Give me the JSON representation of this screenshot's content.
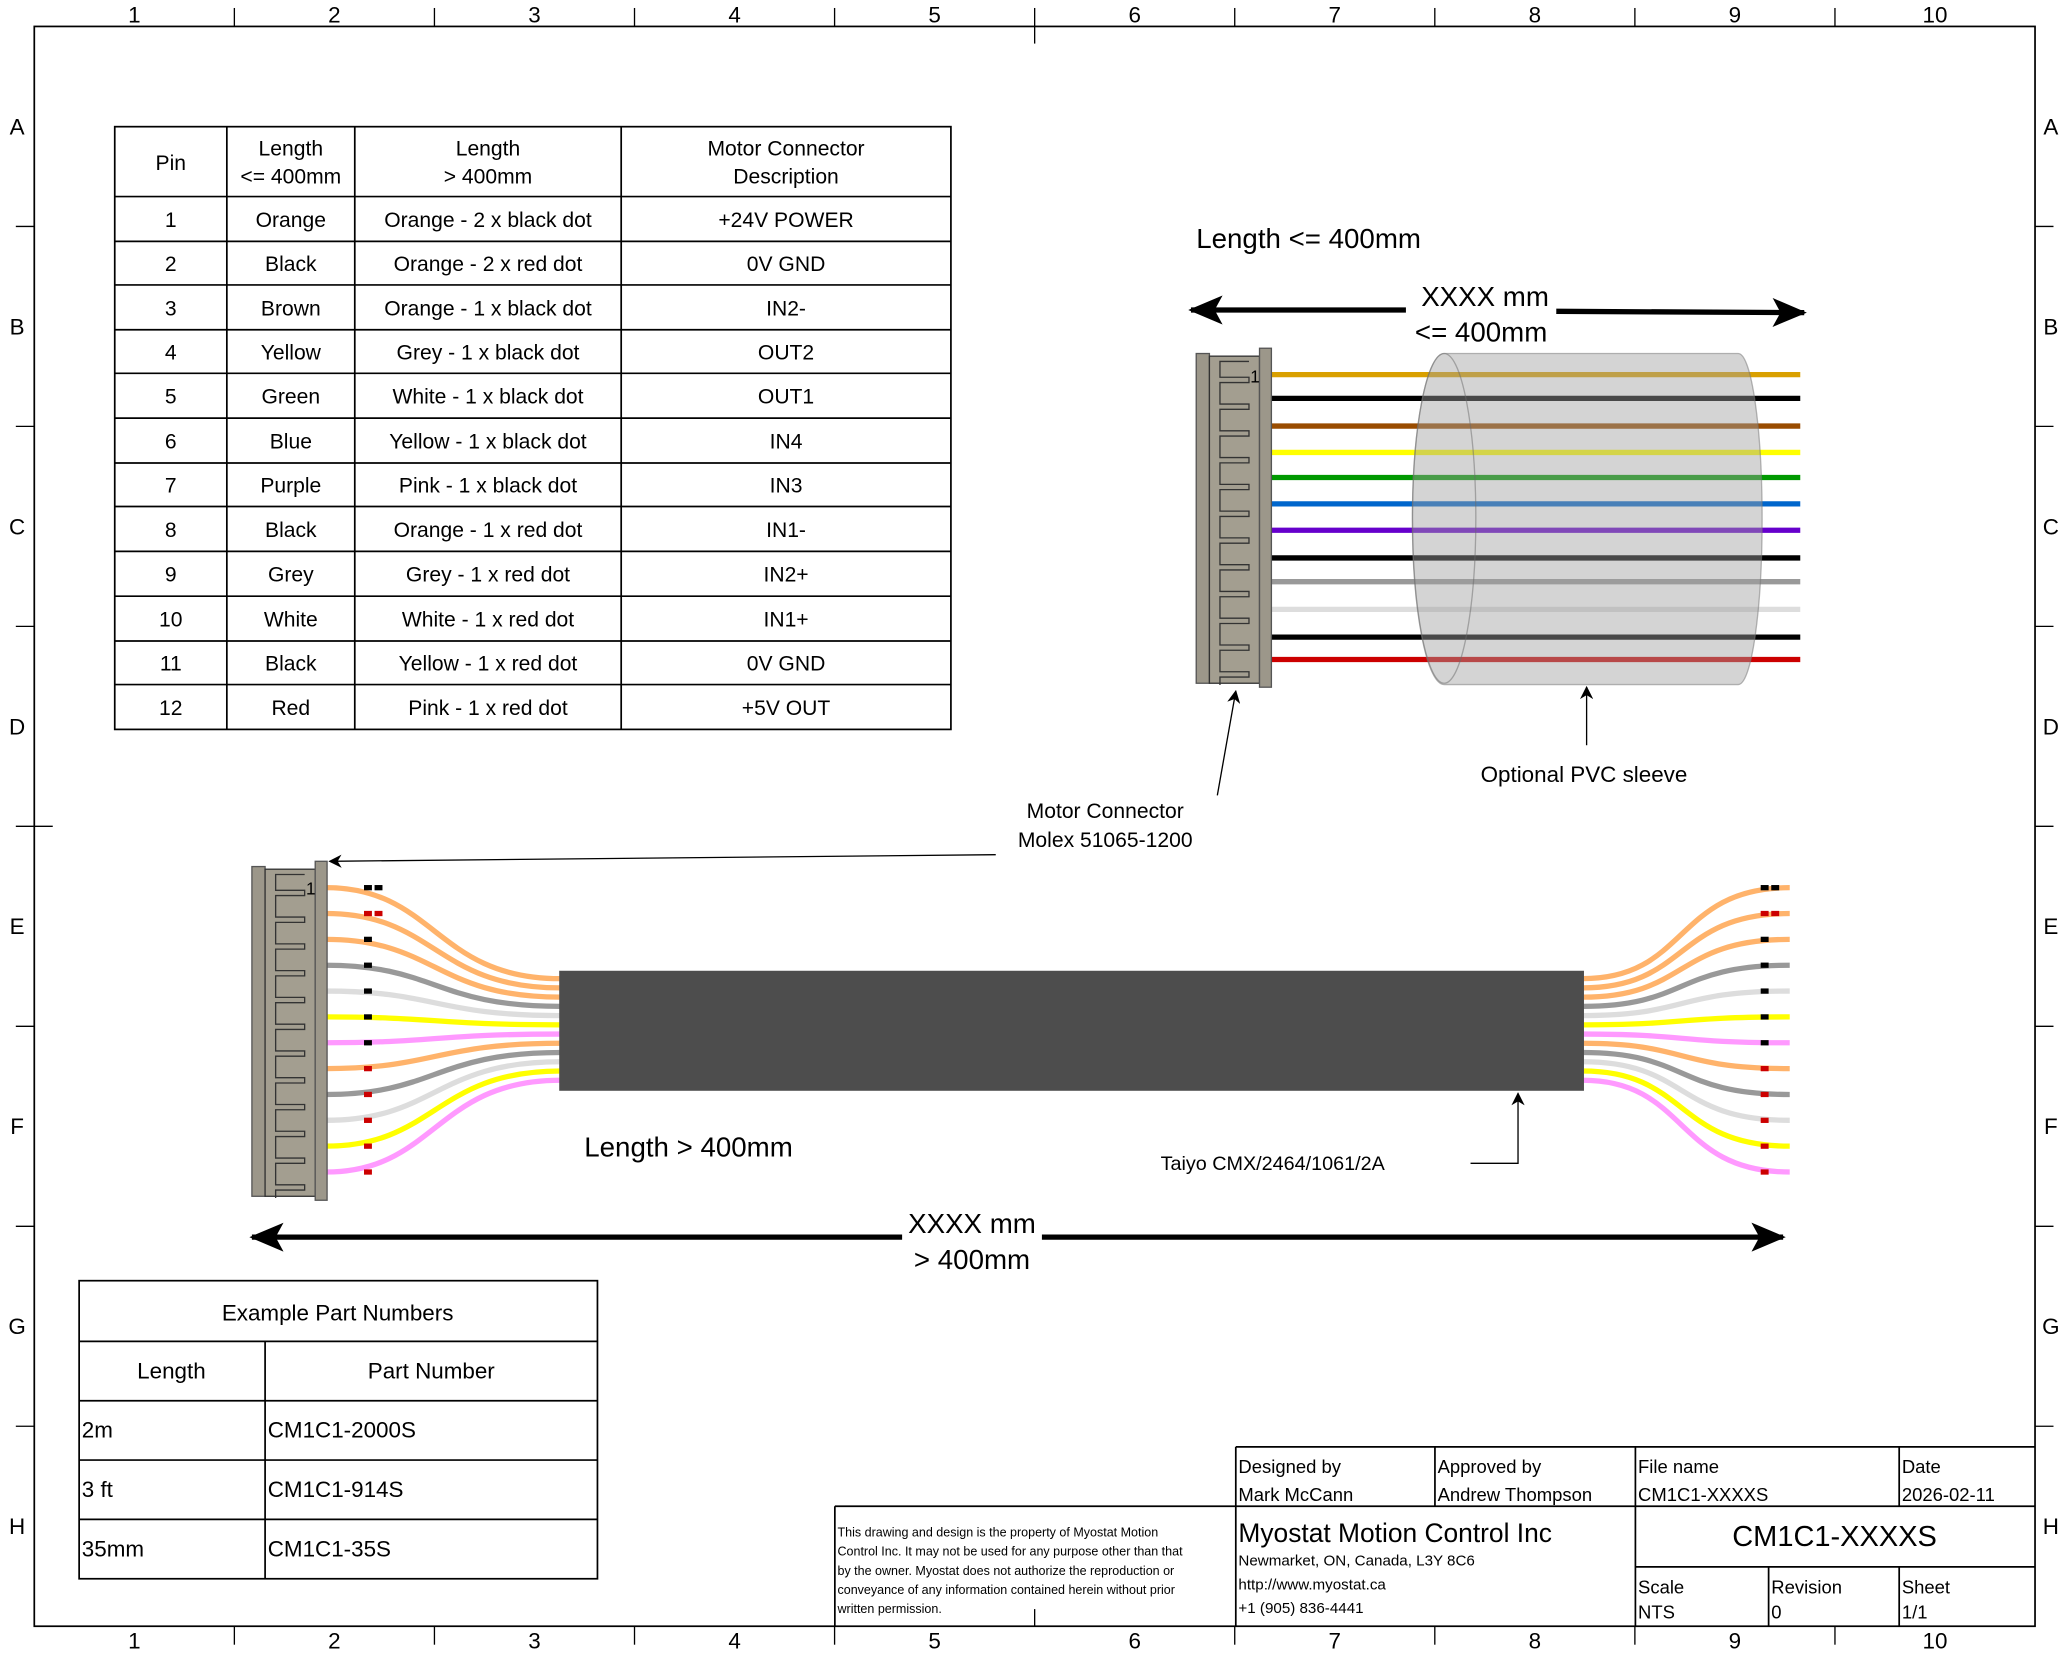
{
  "frame": {
    "columns": [
      "1",
      "2",
      "3",
      "4",
      "5",
      "6",
      "7",
      "8",
      "9",
      "10"
    ],
    "rows": [
      "A",
      "B",
      "C",
      "D",
      "E",
      "F",
      "G",
      "H"
    ]
  },
  "pin_table": {
    "headers": [
      [
        "Pin",
        ""
      ],
      [
        "Length",
        "<= 400mm"
      ],
      [
        "Length",
        "> 400mm"
      ],
      [
        "Motor Connector",
        "Description"
      ]
    ],
    "rows": [
      [
        "1",
        "Orange",
        "Orange - 2 x black dot",
        "+24V POWER"
      ],
      [
        "2",
        "Black",
        "Orange - 2 x red dot",
        "0V GND"
      ],
      [
        "3",
        "Brown",
        "Orange - 1 x black dot",
        "IN2-"
      ],
      [
        "4",
        "Yellow",
        "Grey - 1 x black dot",
        "OUT2"
      ],
      [
        "5",
        "Green",
        "White - 1 x black dot",
        "OUT1"
      ],
      [
        "6",
        "Blue",
        "Yellow - 1 x black dot",
        "IN4"
      ],
      [
        "7",
        "Purple",
        "Pink - 1 x black dot",
        "IN3"
      ],
      [
        "8",
        "Black",
        "Orange - 1 x red dot",
        "IN1-"
      ],
      [
        "9",
        "Grey",
        "Grey - 1 x red dot",
        "IN2+"
      ],
      [
        "10",
        "White",
        "White - 1 x red dot",
        "IN1+"
      ],
      [
        "11",
        "Black",
        "Yellow - 1 x red dot",
        "0V GND"
      ],
      [
        "12",
        "Red",
        "Pink - 1 x red dot",
        "+5V OUT"
      ]
    ]
  },
  "short_cable": {
    "title": "Length <= 400mm",
    "dim_line1": "XXXX mm",
    "dim_line2": "<= 400mm",
    "pin1_label": "1",
    "wire_colors": [
      "#d9a000",
      "#000000",
      "#994c00",
      "#ffff00",
      "#009900",
      "#0066cc",
      "#6600cc",
      "#000000",
      "#999999",
      "#dddddd",
      "#000000",
      "#cc0000"
    ],
    "sleeve_label": "Optional PVC sleeve"
  },
  "connector_callout": {
    "line1": "Motor Connector",
    "line2": "Molex 51065-1200"
  },
  "long_cable": {
    "title": "Length > 400mm",
    "dim_line1": "XXXX mm",
    "dim_line2": "> 400mm",
    "pin1_label": "1",
    "cable_label": "Taiyo CMX/2464/1061/2A",
    "jacket_color": "#4d4d4d",
    "wires": [
      {
        "color": "#ffb36b",
        "dots": [
          "#000000",
          "#000000"
        ]
      },
      {
        "color": "#ffb36b",
        "dots": [
          "#cc0000",
          "#cc0000"
        ]
      },
      {
        "color": "#ffb36b",
        "dots": [
          "#000000"
        ]
      },
      {
        "color": "#999999",
        "dots": [
          "#000000"
        ]
      },
      {
        "color": "#dddddd",
        "dots": [
          "#000000"
        ]
      },
      {
        "color": "#ffff00",
        "dots": [
          "#000000"
        ]
      },
      {
        "color": "#ff99ff",
        "dots": [
          "#000000"
        ]
      },
      {
        "color": "#ffb36b",
        "dots": [
          "#cc0000"
        ]
      },
      {
        "color": "#999999",
        "dots": [
          "#cc0000"
        ]
      },
      {
        "color": "#dddddd",
        "dots": [
          "#cc0000"
        ]
      },
      {
        "color": "#ffff00",
        "dots": [
          "#cc0000"
        ]
      },
      {
        "color": "#ff99ff",
        "dots": [
          "#cc0000"
        ]
      }
    ]
  },
  "part_table": {
    "title": "Example Part Numbers",
    "headers": [
      "Length",
      "Part Number"
    ],
    "rows": [
      [
        "2m",
        "CM1C1-2000S"
      ],
      [
        "3 ft",
        "CM1C1-914S"
      ],
      [
        "35mm",
        "CM1C1-35S"
      ]
    ]
  },
  "title_block": {
    "designed_by_label": "Designed by",
    "designed_by": "Mark McCann",
    "approved_by_label": "Approved by",
    "approved_by": "Andrew Thompson",
    "file_name_label": "File name",
    "file_name": "CM1C1-XXXXS",
    "date_label": "Date",
    "date": "2026-02-11",
    "disclaimer": [
      "This drawing and design is the property of Myostat Motion",
      "Control Inc. It may not be used for any purpose other than that",
      "by the owner. Myostat does not authorize the reproduction or",
      "conveyance of any information contained herein without prior",
      "written permission."
    ],
    "company": "Myostat Motion Control Inc",
    "address": "Newmarket, ON, Canada, L3Y 8C6",
    "website": "http://www.myostat.ca",
    "phone": "+1 (905) 836-4441",
    "drawing_title": "CM1C1-XXXXS",
    "scale_label": "Scale",
    "scale": "NTS",
    "revision_label": "Revision",
    "revision": "0",
    "sheet_label": "Sheet",
    "sheet": "1/1"
  }
}
